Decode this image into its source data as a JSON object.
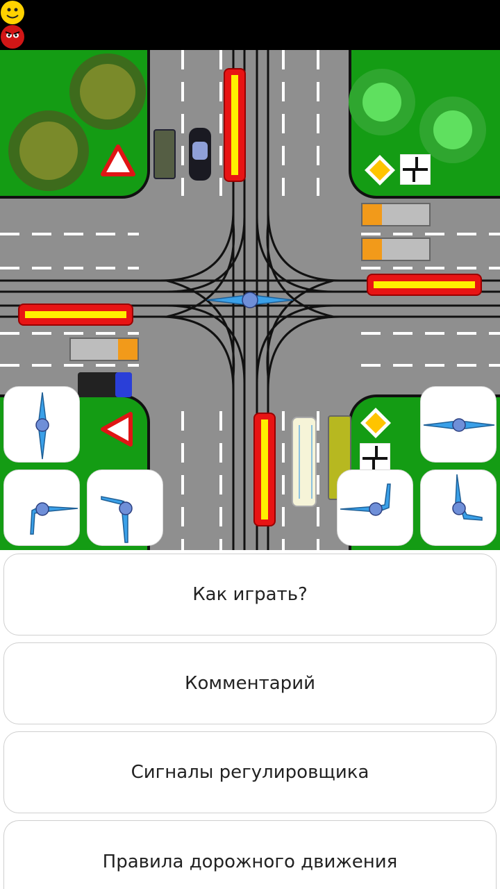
{
  "menu": {
    "how_to_play": "Как играть?",
    "comment": "Комментарий",
    "signals": "Сигналы регулировщика",
    "rules": "Правила дорожного движения"
  },
  "icons": {
    "status_happy": "smiley-face-icon",
    "status_angry": "angry-face-icon",
    "yield_sign": "yield-triangle-icon",
    "priority_sign": "priority-road-diamond-icon",
    "road_shape_sign": "road-shape-plate-icon",
    "traffic_officer": "traffic-officer-icon"
  },
  "colors": {
    "grass": "#149c14",
    "road": "#8f8f8f",
    "tram_body": "#e81414",
    "tram_stripe": "#ffef00",
    "officer": "#3aa0e8",
    "happy_face": "#ffd200",
    "angry_face": "#d11616"
  }
}
